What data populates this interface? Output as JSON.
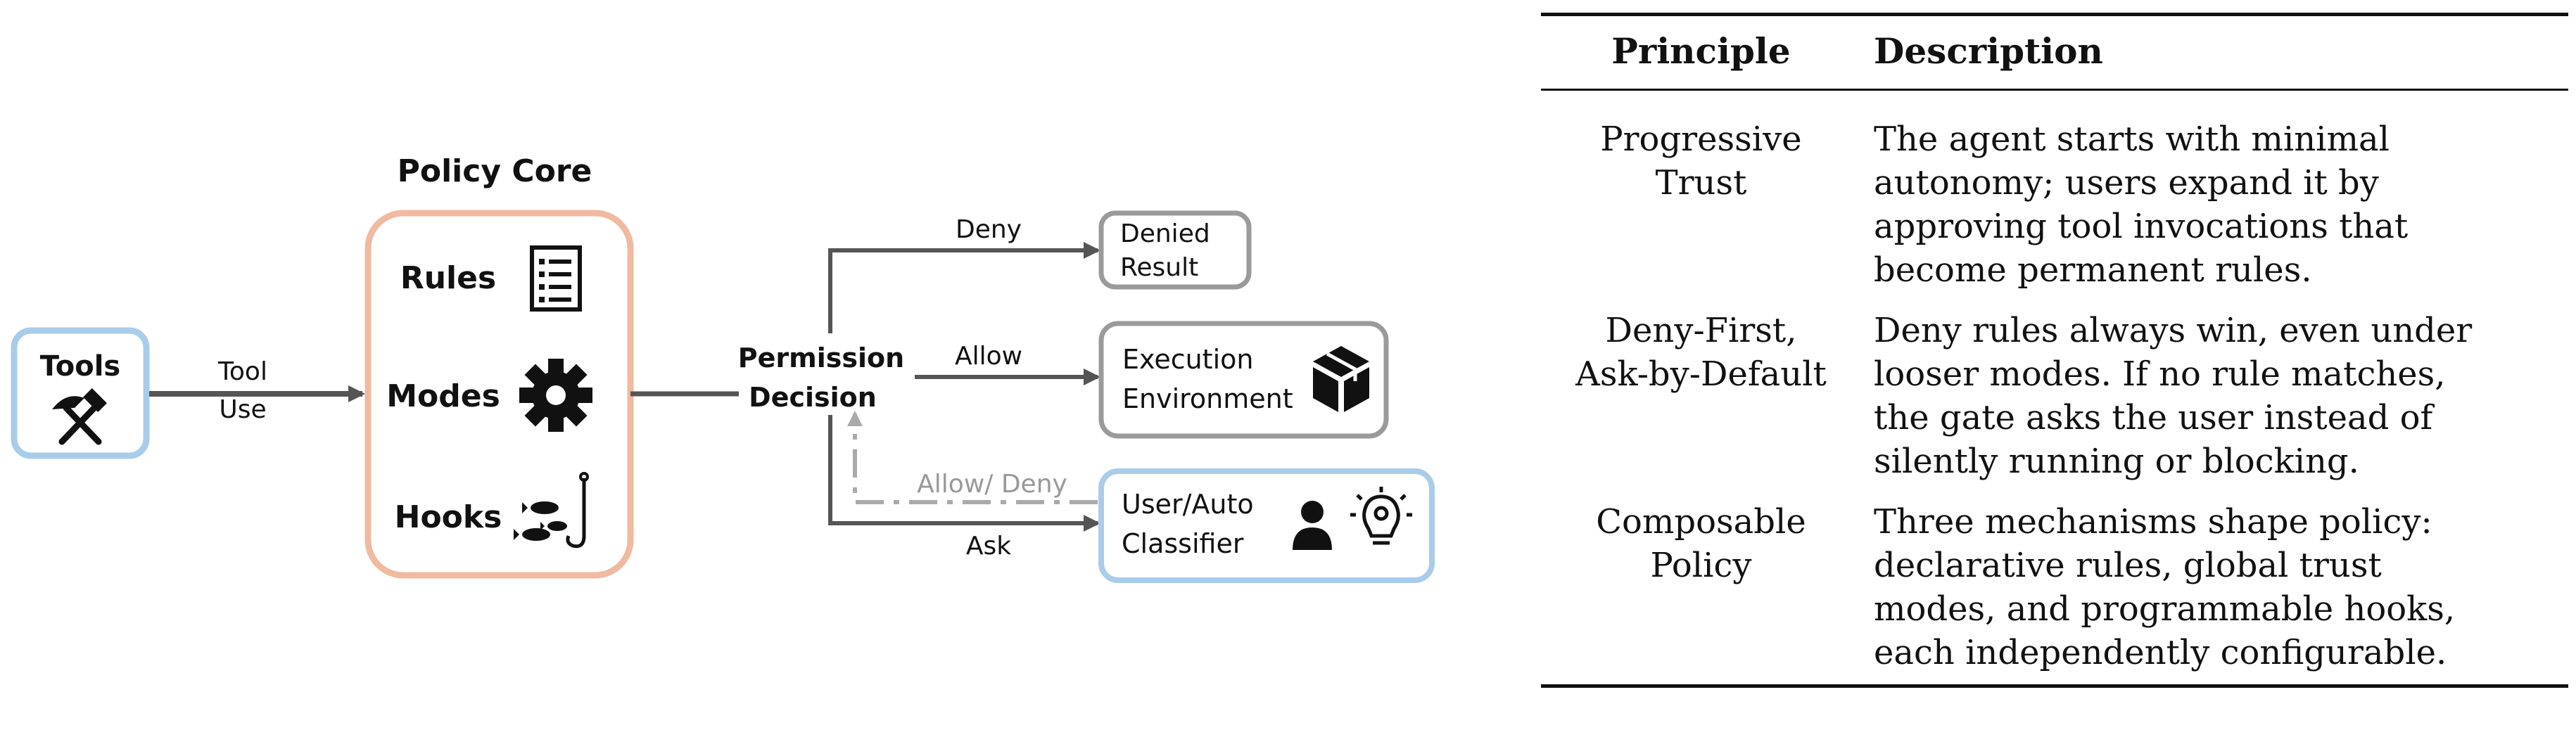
{
  "diagram": {
    "tools": {
      "label": "Tools",
      "icon": "hammer-pick-icon"
    },
    "tool_use_label": [
      "Tool",
      "Use"
    ],
    "policy_core": {
      "title": "Policy Core",
      "items": [
        {
          "label": "Rules",
          "icon": "checklist-icon"
        },
        {
          "label": "Modes",
          "icon": "gear-icon"
        },
        {
          "label": "Hooks",
          "icon": "fish-hook-icon"
        }
      ]
    },
    "decision_label": [
      "Permission",
      "Decision"
    ],
    "branches": {
      "deny": "Deny",
      "allow": "Allow",
      "ask": "Ask",
      "feedback": "Allow/ Deny"
    },
    "outcomes": {
      "denied": [
        "Denied",
        "Result"
      ],
      "execution": [
        "Execution",
        "Environment"
      ],
      "execution_icon": "package-box-icon",
      "classifier": [
        "User/Auto",
        "Classifier"
      ],
      "classifier_icons": [
        "person-icon",
        "lightbulb-icon"
      ]
    },
    "colors": {
      "blue_border": "#a8ccea",
      "orange_border": "#f0b9a0",
      "gray_border": "#9a9a9a",
      "arrow": "#555555",
      "dashed_arrow": "#aaaaaa"
    }
  },
  "table": {
    "headers": [
      "Principle",
      "Description"
    ],
    "rows": [
      {
        "principle": "Progressive\nTrust",
        "description": "The agent starts with minimal\nautonomy; users expand it by\napproving tool invocations that\nbecome permanent rules."
      },
      {
        "principle": "Deny-First,\nAsk-by-Default",
        "description": "Deny rules always win, even under\nlooser modes. If no rule matches,\nthe gate asks the user instead of\nsilently running or blocking."
      },
      {
        "principle": "Composable\nPolicy",
        "description": "Three mechanisms shape policy:\ndeclarative rules, global trust\nmodes, and programmable hooks,\neach independently configurable."
      }
    ]
  }
}
